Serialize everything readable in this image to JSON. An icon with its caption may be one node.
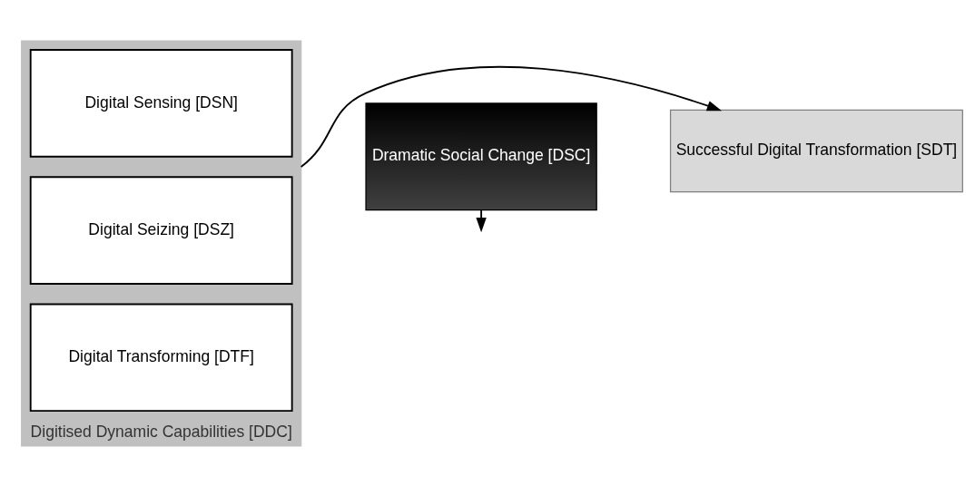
{
  "diagram": {
    "nodes": [
      {
        "text": [
          "Digitised Dynamic Capabilities [DDC]"
        ]
      },
      {
        "text": [
          "Digital Sensing [DSN]"
        ],
        "in": 0
      },
      {
        "text": [
          "Digital Seizing [DSZ]"
        ],
        "in": 0
      },
      {
        "text": [
          "Digital Transforming [DTF]"
        ],
        "in": 0
      },
      {
        "text": [
          "Successful Digital Transformation [SDT]"
        ]
      },
      {
        "text": [
          "Dramatic Social Change [DSC]"
        ]
      }
    ],
    "edges": [
      {
        "from": 0,
        "to": 4,
        "arrow": "to"
      },
      {
        "from": 5,
        "to": null,
        "arrow": "to"
      }
    ]
  }
}
